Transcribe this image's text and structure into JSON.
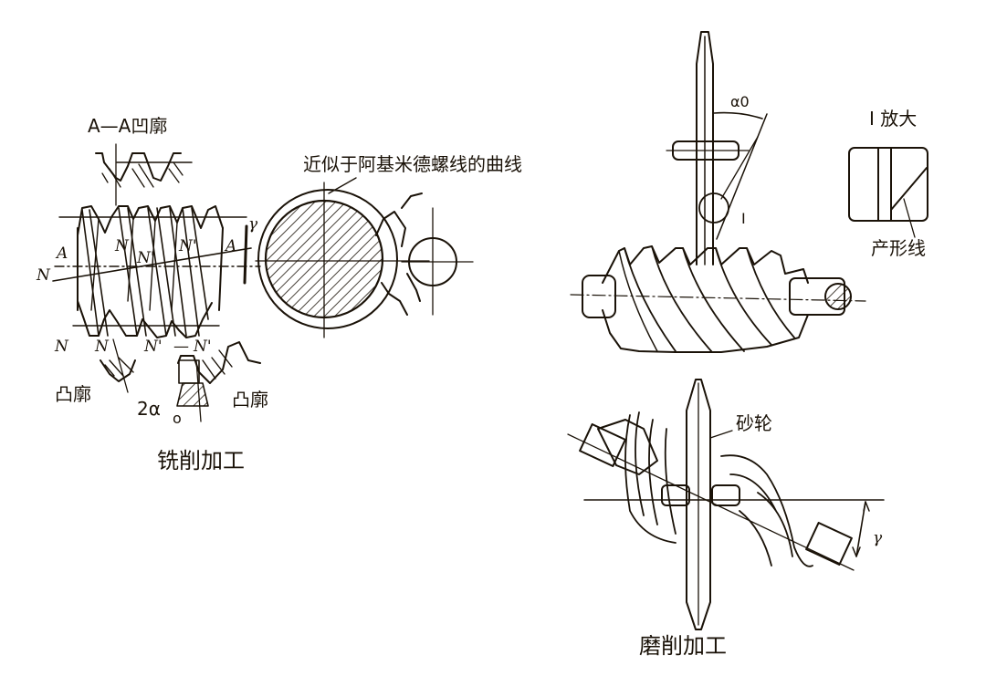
{
  "diagram": {
    "subject": "worm thread machining methods",
    "milling": {
      "caption": "铣削加工",
      "section_label": "A—A凹廓",
      "curve_label": "近似于阿基米德螺线的曲线",
      "convex_left_label": "凸廓",
      "convex_right_label": "凸廓",
      "angle_label": "2α",
      "angle_subscript": "o",
      "gamma_label": "γ",
      "letters": {
        "A_left": "A",
        "A_right": "A",
        "N_axis": "N",
        "N_inner_1": "N",
        "N_inner_2": "N'",
        "N_inner_3": "N'",
        "N_bottom_1": "N",
        "N_bottom_2": "N",
        "N_bottom_3": "N'",
        "N_bottom_dash": "—",
        "N_bottom_4": "N'"
      }
    },
    "grinding": {
      "caption": "磨削加工",
      "wheel_label": "砂轮",
      "alpha_label": "α0",
      "detail_marker": "I",
      "detail_title": "I 放大",
      "profile_line_label": "产形线",
      "gamma_label": "γ"
    },
    "colors": {
      "background": "#ffffff",
      "ink": "#1a1208"
    }
  }
}
